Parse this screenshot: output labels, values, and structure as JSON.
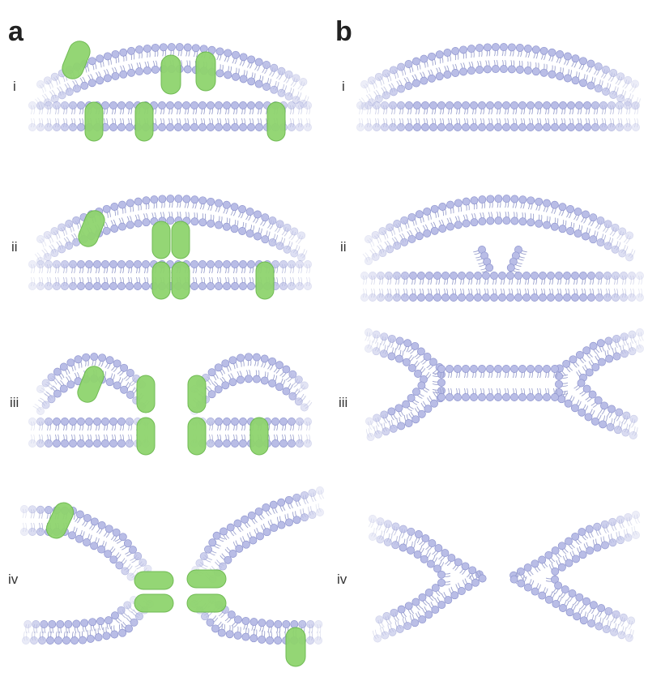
{
  "panels": [
    {
      "letter": "a",
      "stages": [
        "i",
        "ii",
        "iii",
        "iv"
      ]
    },
    {
      "letter": "b",
      "stages": [
        "i",
        "ii",
        "iii",
        "iv"
      ]
    }
  ],
  "colors": {
    "lipid_head": "#b9bde6",
    "lipid_head_stroke": "#8f95cf",
    "lipid_tail": "#9da3cf",
    "protein": "#8fd46e",
    "protein_stroke": "#6ab84c",
    "text": "#222222"
  }
}
